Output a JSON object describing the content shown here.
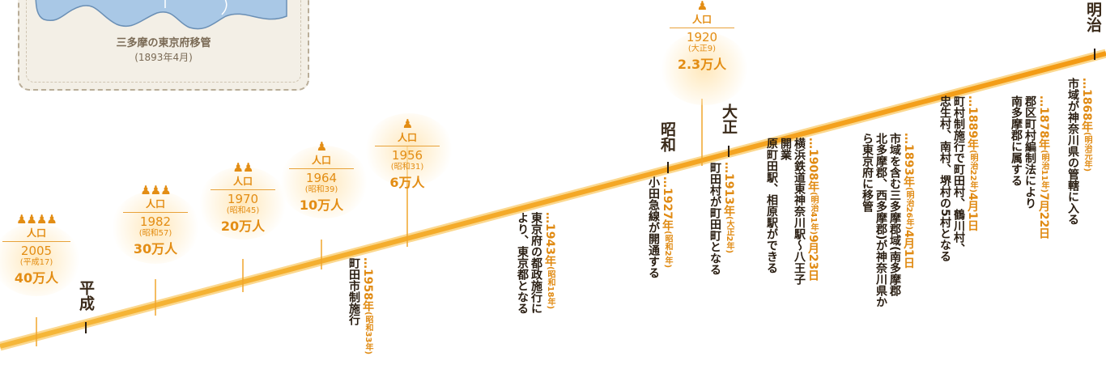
{
  "card": {
    "title": "三多摩の東京府移管",
    "subtitle": "(1893年4月)"
  },
  "eras": {
    "meiji": "明治",
    "taisho": "大正",
    "showa": "昭和",
    "heisei": "平成"
  },
  "population": {
    "label": "人口",
    "p1920": {
      "year": "1920",
      "jp": "(大正9)",
      "value": "2.3万人",
      "icons": "♟"
    },
    "p1956": {
      "year": "1956",
      "jp": "(昭和31)",
      "value": "6万人",
      "icons": "♟"
    },
    "p1964": {
      "year": "1964",
      "jp": "(昭和39)",
      "value": "10万人",
      "icons": "♟"
    },
    "p1970": {
      "year": "1970",
      "jp": "(昭和45)",
      "value": "20万人",
      "icons": "♟♟"
    },
    "p1982": {
      "year": "1982",
      "jp": "(昭和57)",
      "value": "30万人",
      "icons": "♟♟♟"
    },
    "p2005": {
      "year": "2005",
      "jp": "(平成17)",
      "value": "40万人",
      "icons": "♟♟♟♟"
    }
  },
  "events": {
    "e1868": {
      "date": "1868年",
      "jp": "(明治元年)",
      "lines": [
        "市域が神奈川県の管轄に入る"
      ]
    },
    "e1878": {
      "date": "1878年",
      "jp": "(明治11年)",
      "date2": "7月22日",
      "lines": [
        "郡区町村編制法により",
        "南多摩郡に属する"
      ]
    },
    "e1889": {
      "date": "1889年",
      "jp": "(明治22年)",
      "date2": "4月1日",
      "lines": [
        "町村制施行で町田村、鶴川村、",
        "忠生村、南村、堺村の5村となる"
      ]
    },
    "e1893": {
      "date": "1893年",
      "jp": "(明治26年)",
      "date2": "4月1日",
      "lines": [
        "市域を含む三多摩郡域(南多摩郡",
        "北多摩郡、西多摩郡)が神奈川県か",
        "ら東京府に移管"
      ]
    },
    "e1908": {
      "date": "1908年",
      "jp": "(明治41年)",
      "date2": "9月23日",
      "lines": [
        "横浜鉄道東神奈川駅〜八王子",
        "開業",
        "原町田駅、相原駅ができる"
      ]
    },
    "e1913": {
      "date": "1913年",
      "jp": "(大正2年)",
      "lines": [
        "町田村が町田町となる"
      ]
    },
    "e1927": {
      "date": "1927年",
      "jp": "(昭和2年)",
      "lines": [
        "小田急線が開通する"
      ]
    },
    "e1943": {
      "date": "1943年",
      "jp": "(昭和18年)",
      "lines": [
        "東京府の都政施行に",
        "より、東京都となる"
      ]
    },
    "e1958": {
      "date": "1958年",
      "jp": "(昭和33年)",
      "lines": [
        "町田市制施行"
      ]
    }
  }
}
